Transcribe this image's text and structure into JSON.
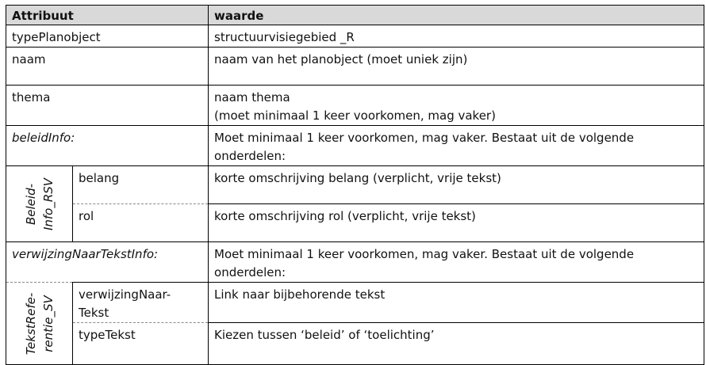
{
  "header": {
    "attribute": "Attribuut",
    "value": "waarde"
  },
  "rows": {
    "typePlanobject": {
      "attr": "typePlanobject",
      "value": "structuurvisiegebied _R"
    },
    "naam": {
      "attr": "naam",
      "value": "naam van het planobject (moet uniek zijn)"
    },
    "thema": {
      "attr": "thema",
      "value_line1": "naam thema",
      "value_line2": "(moet minimaal 1 keer voorkomen, mag vaker)"
    },
    "beleidInfo": {
      "attr": "beleidInfo:",
      "value_line1": "Moet minimaal 1 keer voorkomen, mag vaker. Bestaat uit de volgende",
      "value_line2": "onderdelen:"
    },
    "beleidInfoRSV": {
      "group_label": "Beleid-Info_RSV",
      "belang": {
        "attr": "belang",
        "value": "korte omschrijving belang (verplicht, vrije tekst)"
      },
      "rol": {
        "attr": "rol",
        "value": "korte omschrijving rol (verplicht, vrije tekst)"
      }
    },
    "verwijzingNaarTekstInfo": {
      "attr": "verwijzingNaarTekstInfo:",
      "value_line1": "Moet minimaal 1 keer voorkomen, mag vaker. Bestaat uit de volgende",
      "value_line2": "onderdelen:"
    },
    "tekstReferentieSV": {
      "group_label": "TekstRefe-rentie_SV",
      "verwijzingNaarTekst": {
        "attr_line1": "verwijzingNaar-",
        "attr_line2": "Tekst",
        "value": "Link naar bijbehorende tekst"
      },
      "typeTekst": {
        "attr": "typeTekst",
        "value": "Kiezen tussen ‘beleid’ of ‘toelichting’"
      }
    }
  }
}
